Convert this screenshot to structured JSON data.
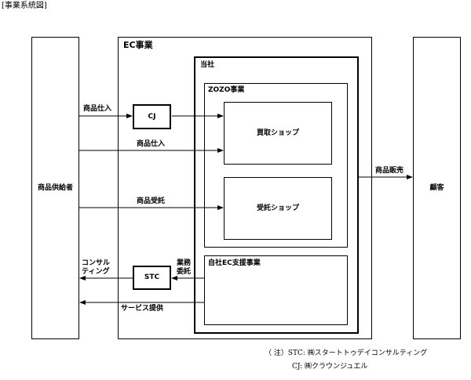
{
  "caption": "[事業系統図]",
  "nodes": {
    "supplier": "商品供給者",
    "customer": "顧客",
    "ec_business": "EC事業",
    "company": "当社",
    "zozo_business": "ZOZO事業",
    "buying_shop": "買取ショップ",
    "consignment_shop": "受託ショップ",
    "own_ec_support": "自社EC支援事業",
    "cj": "CJ",
    "stc": "STC"
  },
  "edges": {
    "purchase_1": "商品仕入",
    "purchase_2": "商品仕入",
    "consignment": "商品受託",
    "sales": "商品販売",
    "consulting_line1": "コンサル",
    "consulting_line2": "ティング",
    "outsourcing_line1": "業務",
    "outsourcing_line2": "委託",
    "services": "サービス提供"
  },
  "notes": {
    "note1": "（ 注）STC: ㈱スタートトゥデイコンサルティング",
    "note2": "CJ: ㈱クラウンジュエル"
  }
}
